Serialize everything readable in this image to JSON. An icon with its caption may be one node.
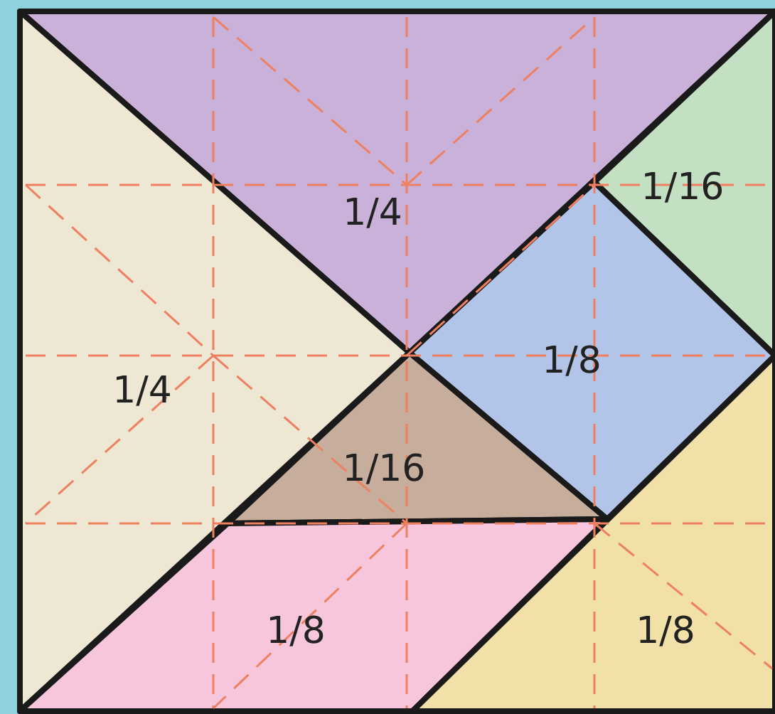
{
  "diagram": {
    "nodes": [
      {
        "text": [
          "1/4"
        ]
      },
      {
        "text": [
          "1/16"
        ]
      },
      {
        "text": [
          "1/4"
        ]
      },
      {
        "text": [
          "1/8"
        ]
      },
      {
        "text": [
          "1/16"
        ]
      },
      {
        "text": [
          "1/8"
        ]
      },
      {
        "text": [
          "1/8"
        ]
      }
    ]
  }
}
